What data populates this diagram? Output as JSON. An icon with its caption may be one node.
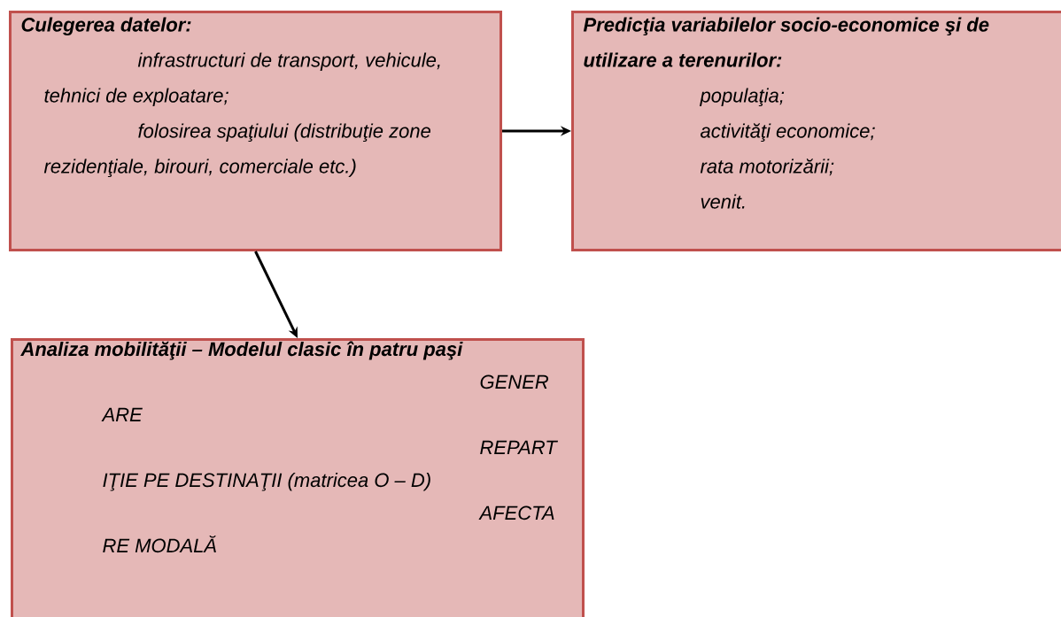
{
  "diagram": {
    "nodes": [
      {
        "text": [
          "Culegerea datelor:",
          "infrastructuri de transport, vehicule, tehnici de exploatare;",
          "folosirea spaţiului (distribuţie zone rezidenţiale, birouri, comerciale etc.)"
        ]
      },
      {
        "text": [
          "Predicţia variabilelor socio-economice şi de utilizare a terenurilor:",
          "populaţia;",
          "activităţi economice;",
          "rata motorizării;",
          "venit."
        ]
      },
      {
        "text": [
          "Analiza mobilităţii – Modelul clasic în patru paşi",
          "GENER ARE",
          "REPART IŢIE PE DESTINAŢII (matricea O – D)",
          "AFECTA RE MODALĂ"
        ]
      }
    ],
    "edges": [
      {
        "from": 0,
        "to": 1,
        "arrow": "to"
      },
      {
        "from": 0,
        "to": 2,
        "arrow": "to"
      }
    ]
  }
}
